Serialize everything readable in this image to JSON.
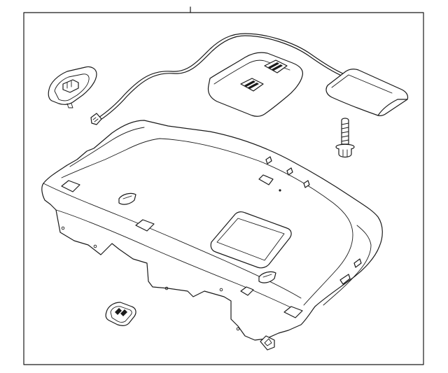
{
  "diagram": {
    "parts": [
      {
        "name": "rear-package-tray",
        "label": ""
      },
      {
        "name": "high-mount-stop-lamp",
        "label": ""
      },
      {
        "name": "lamp-wire-harness",
        "label": ""
      },
      {
        "name": "tray-cover-plate",
        "label": ""
      },
      {
        "name": "child-seat-anchor-cover-left",
        "label": ""
      },
      {
        "name": "child-seat-anchor-cover-right",
        "label": ""
      },
      {
        "name": "mounting-bolt",
        "label": ""
      }
    ],
    "colors": {
      "line": "#1a1a1a",
      "background": "#ffffff"
    }
  }
}
